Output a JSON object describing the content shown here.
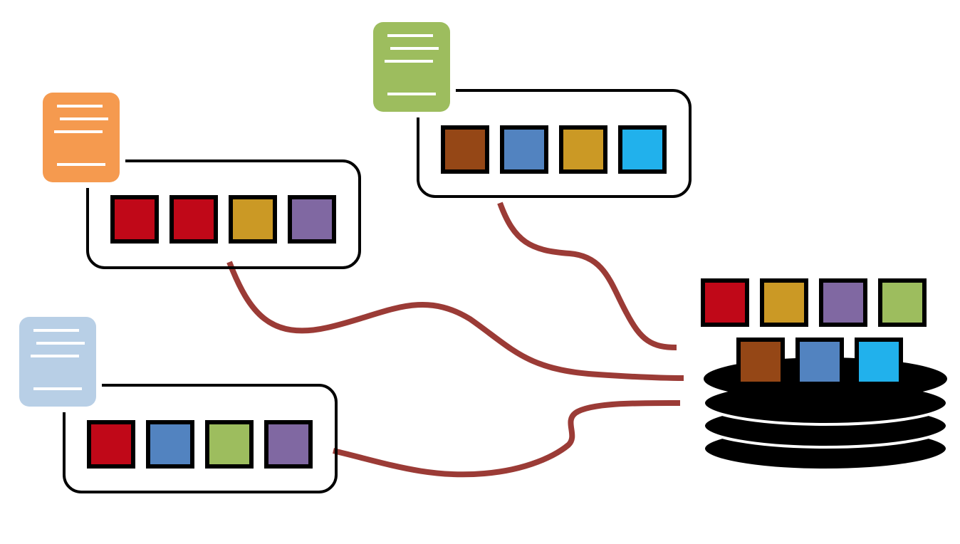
{
  "colors": {
    "background": "#ffffff",
    "outline": "#000000",
    "connector": "#9b3b36",
    "doc_line": "#ffffff",
    "disk": "#000000",
    "disk_separator": "#ffffff"
  },
  "groups": [
    {
      "id": "group-1",
      "document_icon": "document-icon",
      "document_color": "#f59a4f",
      "blocks": [
        {
          "name": "red",
          "color": "#c00818"
        },
        {
          "name": "red",
          "color": "#c00818"
        },
        {
          "name": "gold",
          "color": "#cb9925"
        },
        {
          "name": "purple",
          "color": "#8068a2"
        }
      ]
    },
    {
      "id": "group-2",
      "document_icon": "document-icon",
      "document_color": "#9dbd5e",
      "blocks": [
        {
          "name": "brown",
          "color": "#954716"
        },
        {
          "name": "blue",
          "color": "#5283c0"
        },
        {
          "name": "gold",
          "color": "#cb9925"
        },
        {
          "name": "cyan",
          "color": "#21b1ec"
        }
      ]
    },
    {
      "id": "group-3",
      "document_icon": "document-icon",
      "document_color": "#b8cfe6",
      "blocks": [
        {
          "name": "red",
          "color": "#c00818"
        },
        {
          "name": "blue",
          "color": "#5283c0"
        },
        {
          "name": "green",
          "color": "#9dbd5e"
        },
        {
          "name": "purple",
          "color": "#8068a2"
        }
      ]
    }
  ],
  "storage": {
    "icon": "database-icon",
    "disk_count": 4,
    "blocks_top_row": [
      {
        "name": "red",
        "color": "#c00818"
      },
      {
        "name": "gold",
        "color": "#cb9925"
      },
      {
        "name": "purple",
        "color": "#8068a2"
      },
      {
        "name": "green",
        "color": "#9dbd5e"
      }
    ],
    "blocks_bottom_row": [
      {
        "name": "brown",
        "color": "#954716"
      },
      {
        "name": "blue",
        "color": "#5283c0"
      },
      {
        "name": "cyan",
        "color": "#21b1ec"
      }
    ]
  },
  "connectors": [
    {
      "from": "group-2",
      "to": "storage"
    },
    {
      "from": "group-1",
      "to": "storage"
    },
    {
      "from": "group-3",
      "to": "storage"
    }
  ]
}
